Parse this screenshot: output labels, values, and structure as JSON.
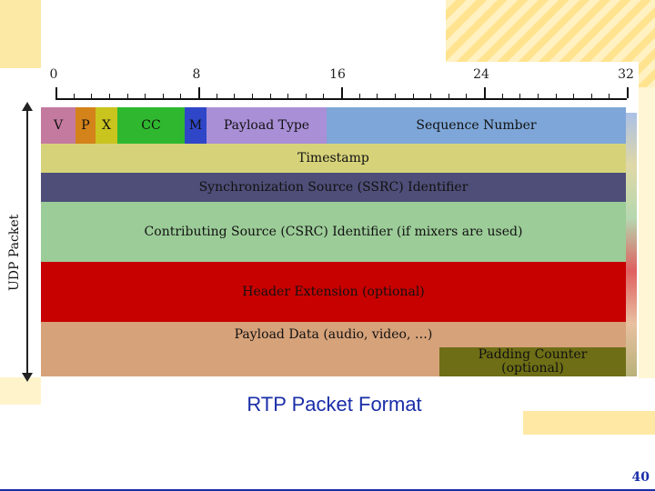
{
  "diagram": {
    "bit_positions": [
      "0",
      "8",
      "16",
      "24",
      "32"
    ],
    "side_label": "UDP Packet",
    "header_row": {
      "v": "V",
      "p": "P",
      "x": "X",
      "cc": "CC",
      "m": "M",
      "payload_type": "Payload Type",
      "sequence_number": "Sequence Number"
    },
    "timestamp": "Timestamp",
    "ssrc": "Synchronization Source (SSRC) Identifier",
    "csrc": "Contributing Source (CSRC) Identifier (if mixers are used)",
    "header_extension": "Header Extension (optional)",
    "payload_data": "Payload Data (audio, video, …)",
    "padding_counter_line1": "Padding Counter",
    "padding_counter_line2": "(optional)",
    "colors": {
      "v": "#c47a9e",
      "p": "#d4821a",
      "x": "#c9c41e",
      "cc": "#2fb82f",
      "m": "#2f46c8",
      "payload_type": "#a98fd6",
      "sequence_number": "#7ea6d8",
      "timestamp": "#d6d27a",
      "ssrc": "#4e4e78",
      "csrc": "#9ccc98",
      "header_extension": "#c70000",
      "payload_data": "#d6a27a",
      "padding": "#6e6e16"
    }
  },
  "caption": "RTP Packet Format",
  "page_number": "40"
}
